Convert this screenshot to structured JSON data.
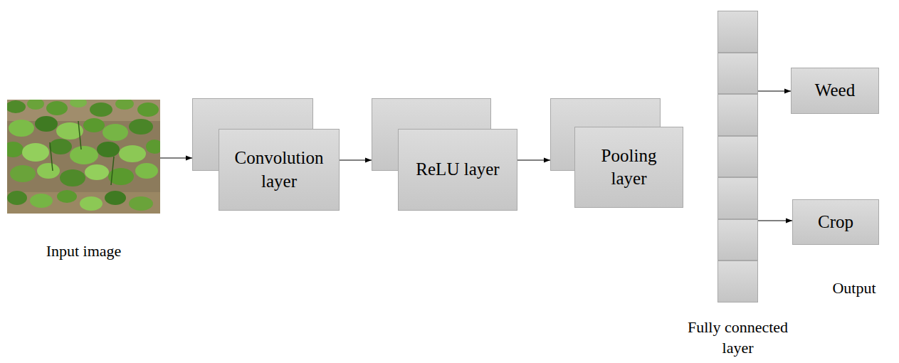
{
  "diagram": {
    "nodes": [
      {
        "text": [
          "Input image"
        ]
      },
      {
        "text": [
          "Convolution layer"
        ]
      },
      {
        "text": [
          "ReLU layer"
        ]
      },
      {
        "text": [
          "Pooling layer"
        ]
      },
      {
        "text": [
          "Fully connected layer"
        ]
      },
      {
        "text": [
          "Weed"
        ]
      },
      {
        "text": [
          "Crop"
        ]
      }
    ],
    "edges": [
      {
        "from": 0,
        "to": 1,
        "arrow": "to"
      },
      {
        "from": 1,
        "to": 2,
        "arrow": "to"
      },
      {
        "from": 2,
        "to": 3,
        "arrow": "to"
      },
      {
        "from": 4,
        "to": 5,
        "arrow": "to"
      },
      {
        "from": 4,
        "to": 6,
        "arrow": "to"
      }
    ],
    "labels": [
      "Output"
    ]
  }
}
